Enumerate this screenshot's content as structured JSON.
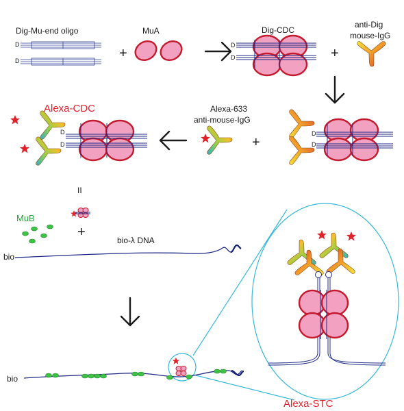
{
  "labels": {
    "dig_mu_end_oligo": "Dig-Mu-end oligo",
    "mua": "MuA",
    "dig_cdc": "Dig-CDC",
    "anti_dig_line1": "anti-Dig",
    "anti_dig_line2": "mouse-IgG",
    "alexa_633_line1": "Alexa-633",
    "alexa_633_line2": "anti-mouse-IgG",
    "alexa_cdc": "Alexa-CDC",
    "mub": "MuB",
    "bio_lambda_dna": "bio-λ DNA",
    "bio": "bio",
    "bio_bottom": "bio",
    "alexa_stc": "Alexa-STC",
    "dig_marker": "D",
    "plus": "+",
    "equals": "II"
  },
  "colors": {
    "mua_fill": "#f2a1c0",
    "mua_stroke": "#c41a2e",
    "dna": "#1f2a86",
    "alexa_star": "#e0202a",
    "mub_bead": "#3fc148",
    "zoom_outline": "#35b8d8",
    "label_red": "#e0202a",
    "label_green": "#22a43a"
  },
  "icons": {
    "antibody": "y-shaped-antibody-icon",
    "fluorophore": "red-star-icon",
    "arrow": "reaction-arrow-icon"
  }
}
